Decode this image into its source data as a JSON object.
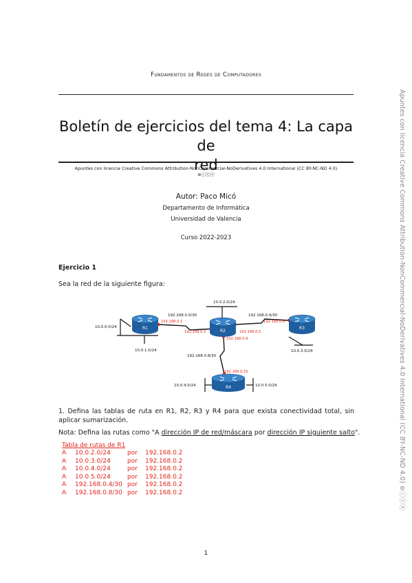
{
  "header": {
    "course": "Fundamentos de Redes de Computadores"
  },
  "title": {
    "line1": "Boletín de ejercicios del tema 4: La capa de",
    "line2": "red"
  },
  "license": {
    "text": "Apuntes con licencia Creative Commons Attribution-NonCommercial-NoDerivatives 4.0 International (CC BY-NC-ND 4.0)",
    "icons": "⊜ⓘⓢⓔ"
  },
  "author": {
    "name": "Autor: Paco Micó",
    "department": "Departamento de Informática",
    "university": "Universidad de Valencia",
    "course_year": "Curso 2022-2023"
  },
  "side_notice": "Apuntes con licencia Creative Commons Attribution-NonCommercial-NoDerivatives 4.0 International (CC BY-NC-ND 4.0) ⊜ⓘⓢⓔ",
  "exercise": {
    "title": "Ejercicio 1",
    "intro": "Sea la red de la siguiente figura:",
    "question": "1. Defina las tablas de ruta en R1, R2, R3 y R4 para que exista conectividad total, sin aplicar sumarización.",
    "note_prefix": "Nota: Defina las rutas como \"A ",
    "note_term1": "dirección IP de red/máscara",
    "note_mid": " por ",
    "note_term2": "dirección IP siguiente salto",
    "note_suffix": "\"."
  },
  "diagram": {
    "routers": [
      "R1",
      "R2",
      "R3",
      "R4"
    ],
    "networks": {
      "n_r1_left": "10.0.0.0/24",
      "n_r1_bottom": "10.0.1.0/24",
      "n_r2_top": "10.0.2.0/24",
      "n_r3_bottom": "10.0.3.0/24",
      "n_r4_left": "10.0.4.0/24",
      "n_r4_right": "10.0.5.0/24",
      "link_r1_r2": "192.168.0.0/30",
      "link_r2_r3": "192.168.0.4/30",
      "link_r2_r4": "192.168.0.8/30"
    },
    "interfaces": {
      "r1_to_r2": "192.168.0.1",
      "r2_to_r1": "192.168.0.2",
      "r2_to_r3": "192.168.0.5",
      "r3_to_r2": "192.168.0.6",
      "r2_to_r4": "192.168.0.9",
      "r4_to_r2": "192.168.0.10"
    },
    "colors": {
      "router": "#1f5fa0",
      "router_top": "#3a86c9",
      "interface_label": "#e1221b",
      "link": "#111111"
    }
  },
  "routing_table": {
    "caption": "Tabla de rutas de R1",
    "rows": [
      {
        "action": "A",
        "network": "10.0.2.0/24",
        "via": "por",
        "next_hop": "192.168.0.2"
      },
      {
        "action": "A",
        "network": "10.0.3.0/24",
        "via": "por",
        "next_hop": "192.168.0.2"
      },
      {
        "action": "A",
        "network": "10.0.4.0/24",
        "via": "por",
        "next_hop": "192.168.0.2"
      },
      {
        "action": "A",
        "network": "10.0.5.0/24",
        "via": "por",
        "next_hop": "192.168.0.2"
      },
      {
        "action": "A",
        "network": "192.168.0.4/30",
        "via": "por",
        "next_hop": "192.168.0.2"
      },
      {
        "action": "A",
        "network": "192.168.0.8/30",
        "via": "por",
        "next_hop": "192.168.0.2"
      }
    ]
  },
  "footer": {
    "page_number": "1"
  }
}
